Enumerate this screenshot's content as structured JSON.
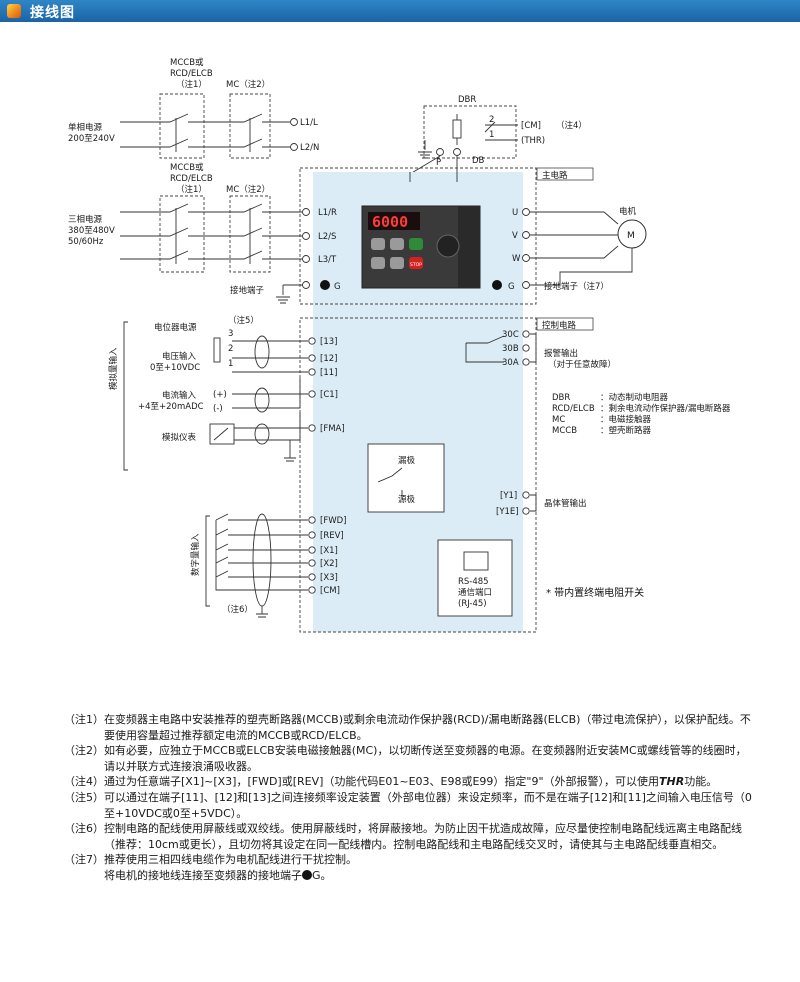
{
  "header": {
    "title": "接线图"
  },
  "diagram": {
    "dbr": "DBR",
    "note4_ref": "（注4）",
    "cm_out": "[CM]",
    "thr_out": "(THR)",
    "switch_2": "2",
    "switch_1": "1",
    "dbr_p": "P",
    "dbr_db": "DB",
    "p_label": "P",
    "db_label": "DB",
    "main_circuit": "主电路",
    "control_circuit": "控制电路",
    "mccb_top": [
      "MCCB或",
      "RCD/ELCB",
      "（注1）"
    ],
    "mc_top": "MC（注2）",
    "single_phase": [
      "单相电源",
      "200至240V"
    ],
    "l1l": "L1/L",
    "l2n": "L2/N",
    "mccb_mid": [
      "MCCB或",
      "RCD/ELCB",
      "（注1）"
    ],
    "mc_mid": "MC（注2）",
    "three_phase": [
      "三相电源",
      "380至480V",
      "50/60Hz"
    ],
    "l1r": "L1/R",
    "l2s": "L2/S",
    "l3t": "L3/T",
    "ground_terminal": "接地端子",
    "g_left": "G",
    "g_right": "G",
    "u": "U",
    "v": "V",
    "w": "W",
    "motor": "电机",
    "motor_m": "M",
    "motor_ground": "接地端子（注7）",
    "display_value": "6000",
    "stop": "STOP",
    "note5_ref": "（注5）",
    "pot_power": "电位器电源",
    "pot_3": "3",
    "pot_2": "2",
    "pot_1": "1",
    "voltage_input": [
      "电压输入",
      "0至+10VDC"
    ],
    "analog_input": "模拟量输入",
    "t13": "[13]",
    "t12": "[12]",
    "t11": "[11]",
    "current_input": [
      "电流输入",
      "+4至+20mADC"
    ],
    "plus": "(+)",
    "minus": "(-)",
    "c1": "[C1]",
    "analog_meter": "模拟仪表",
    "fma": "[FMA]",
    "t30c": "30C",
    "t30b": "30B",
    "t30a": "30A",
    "alarm_output": [
      "报警输出",
      "（对于任意故障）"
    ],
    "legend": [
      {
        "k": "DBR",
        "v": "：动态制动电阻器"
      },
      {
        "k": "RCD/ELCB",
        "v": "：剩余电流动作保护器/漏电断路器"
      },
      {
        "k": "MC",
        "v": "：电磁接触器"
      },
      {
        "k": "MCCB",
        "v": "：塑壳断路器"
      }
    ],
    "sink": "漏极",
    "source": "源极",
    "y1": "[Y1]",
    "y1e": "[Y1E]",
    "transistor_output": "晶体管输出",
    "digital_input": "数字量输入",
    "fwd": "[FWD]",
    "rev": "[REV]",
    "x1": "[X1]",
    "x2": "[X2]",
    "x3": "[X3]",
    "cm": "[CM]",
    "note6_ref": "（注6）",
    "rs485": [
      "RS-485",
      "通信端口",
      "(RJ-45)"
    ],
    "terminator_note": "* 带内置终端电阻开关"
  },
  "notes": [
    {
      "label": "（注1）",
      "text": "在变频器主电路中安装推荐的塑壳断路器(MCCB)或剩余电流动作保护器(RCD)/漏电断路器(ELCB)（带过电流保护），以保护配线。不要使用容量超过推荐额定电流的MCCB或RCD/ELCB。"
    },
    {
      "label": "（注2）",
      "text": "如有必要，应独立于MCCB或ELCB安装电磁接触器(MC)，以切断传送至变频器的电源。在变频器附近安装MC或螺线管等的线圈时，请以并联方式连接浪涌吸收器。"
    },
    {
      "label": "（注4）",
      "text": "通过为任意端子[X1]~[X3]，[FWD]或[REV]（功能代码E01~E03、E98或E99）指定\"9\"（外部报警），可以使用",
      "em": "THR",
      "tail": "功能。"
    },
    {
      "label": "（注5）",
      "text": "可以通过在端子[11]、[12]和[13]之间连接频率设定装置（外部电位器）来设定频率，而不是在端子[12]和[11]之间输入电压信号（0至+10VDC或0至+5VDC）。"
    },
    {
      "label": "（注6）",
      "text": "控制电路的配线使用屏蔽线或双绞线。使用屏蔽线时，将屏蔽接地。为防止因干扰造成故障，应尽量使控制电路配线远离主电路配线（推荐：10cm或更长），且切勿将其设定在同一配线槽内。控制电路配线和主电路配线交叉时，请使其与主电路配线垂直相交。"
    },
    {
      "label": "（注7）",
      "text": "推荐使用三相四线电缆作为电机配线进行干扰控制。"
    }
  ],
  "note7_extra": "将电机的接地线连接至变频器的接地端子",
  "note7_extra_tail": "G。"
}
